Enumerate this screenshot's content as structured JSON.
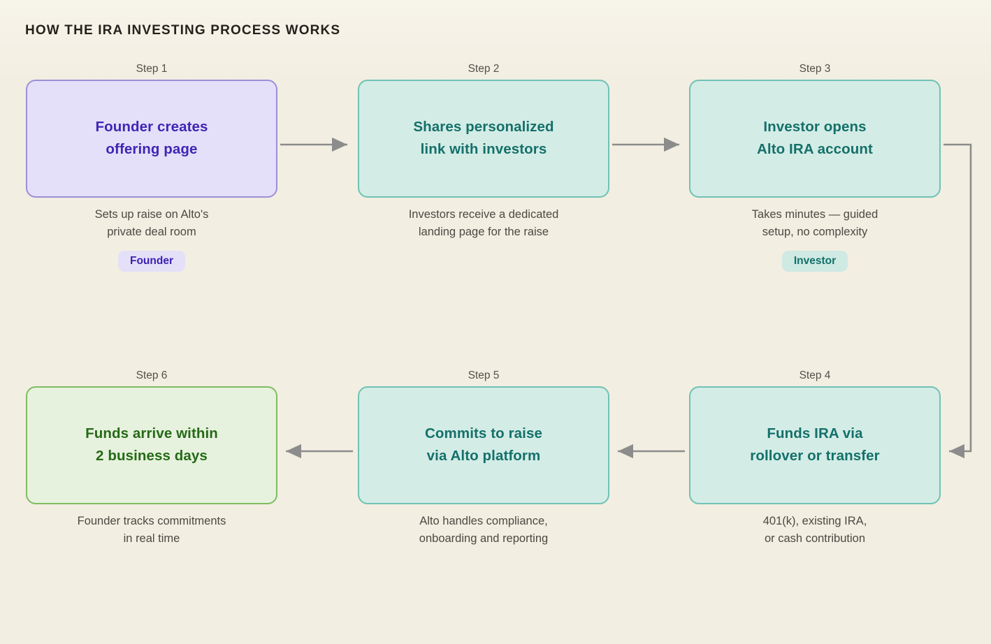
{
  "page": {
    "title": "HOW THE IRA INVESTING PROCESS WORKS",
    "background_color": "#f2eee1",
    "connector_color": "#8c8c8c"
  },
  "chart_data": {
    "type": "diagram",
    "title": "HOW THE IRA INVESTING PROCESS WORKS",
    "layout": "flowchart, 2 rows x 3 columns, serpentine left-to-right then right-to-left",
    "nodes": [
      {
        "step_label": "Step 1",
        "text": "Founder creates\noffering page",
        "caption": "Sets up raise on Alto's\nprivate deal room",
        "badge": "Founder",
        "variant": "purple",
        "fill": "#e4e0f9",
        "border": "#9c8fd8",
        "text_color": "#4025b5"
      },
      {
        "step_label": "Step 2",
        "text": "Shares personalized\nlink with investors",
        "caption": "Investors receive a dedicated\nlanding page for the raise",
        "badge": "",
        "variant": "teal",
        "fill": "#d4ece6",
        "border": "#6fc2b6",
        "text_color": "#14706a"
      },
      {
        "step_label": "Step 3",
        "text": "Investor opens\nAlto IRA account",
        "caption": "Takes minutes — guided\nsetup, no complexity",
        "badge": "Investor",
        "variant": "teal",
        "fill": "#d4ece6",
        "border": "#6fc2b6",
        "text_color": "#14706a"
      },
      {
        "step_label": "Step 4",
        "text": "Funds IRA via\nrollover or transfer",
        "caption": "401(k), existing IRA,\nor cash contribution",
        "badge": "",
        "variant": "teal",
        "fill": "#d4ece6",
        "border": "#6fc2b6",
        "text_color": "#14706a"
      },
      {
        "step_label": "Step 5",
        "text": "Commits to raise\nvia Alto platform",
        "caption": "Alto handles compliance,\nonboarding and reporting",
        "badge": "",
        "variant": "teal",
        "fill": "#d4ece6",
        "border": "#6fc2b6",
        "text_color": "#14706a"
      },
      {
        "step_label": "Step 6",
        "text": "Funds arrive within\n2 business days",
        "caption": "Founder tracks commitments\nin real time",
        "badge": "",
        "variant": "green",
        "fill": "#e6f2dd",
        "border": "#80bc63",
        "text_color": "#256a17"
      }
    ],
    "edges": [
      {
        "from": "Step 1",
        "to": "Step 2",
        "direction": "right"
      },
      {
        "from": "Step 2",
        "to": "Step 3",
        "direction": "right"
      },
      {
        "from": "Step 3",
        "to": "Step 4",
        "direction": "right-down-left (elbow)"
      },
      {
        "from": "Step 4",
        "to": "Step 5",
        "direction": "left"
      },
      {
        "from": "Step 5",
        "to": "Step 6",
        "direction": "left"
      }
    ]
  }
}
